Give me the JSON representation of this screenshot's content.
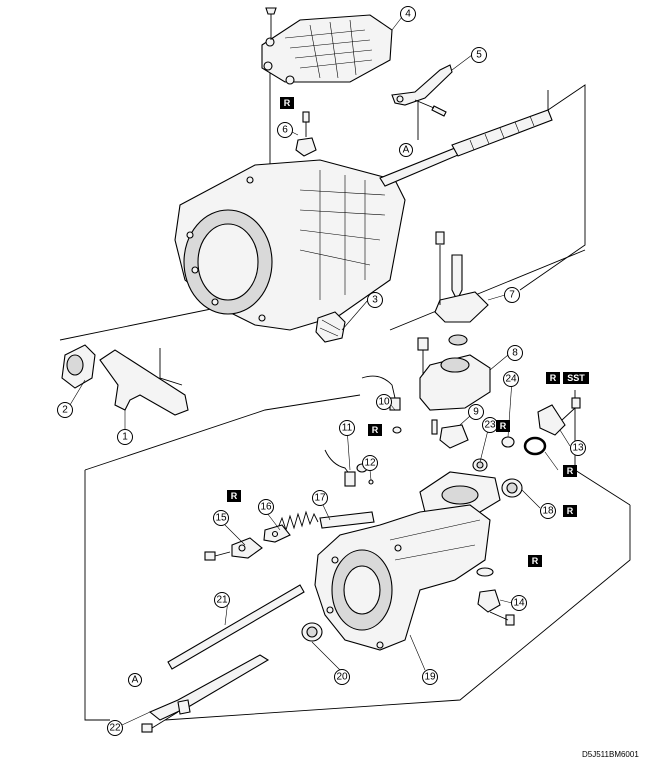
{
  "callouts": [
    "1",
    "2",
    "3",
    "4",
    "5",
    "6",
    "7",
    "8",
    "9",
    "10",
    "11",
    "12",
    "13",
    "14",
    "15",
    "16",
    "17",
    "18",
    "19",
    "20",
    "21",
    "22",
    "23",
    "24"
  ],
  "ref_mark": "A",
  "replace_mark": "R",
  "sst_mark": "SST",
  "figure_code": "D5J511BM6001"
}
